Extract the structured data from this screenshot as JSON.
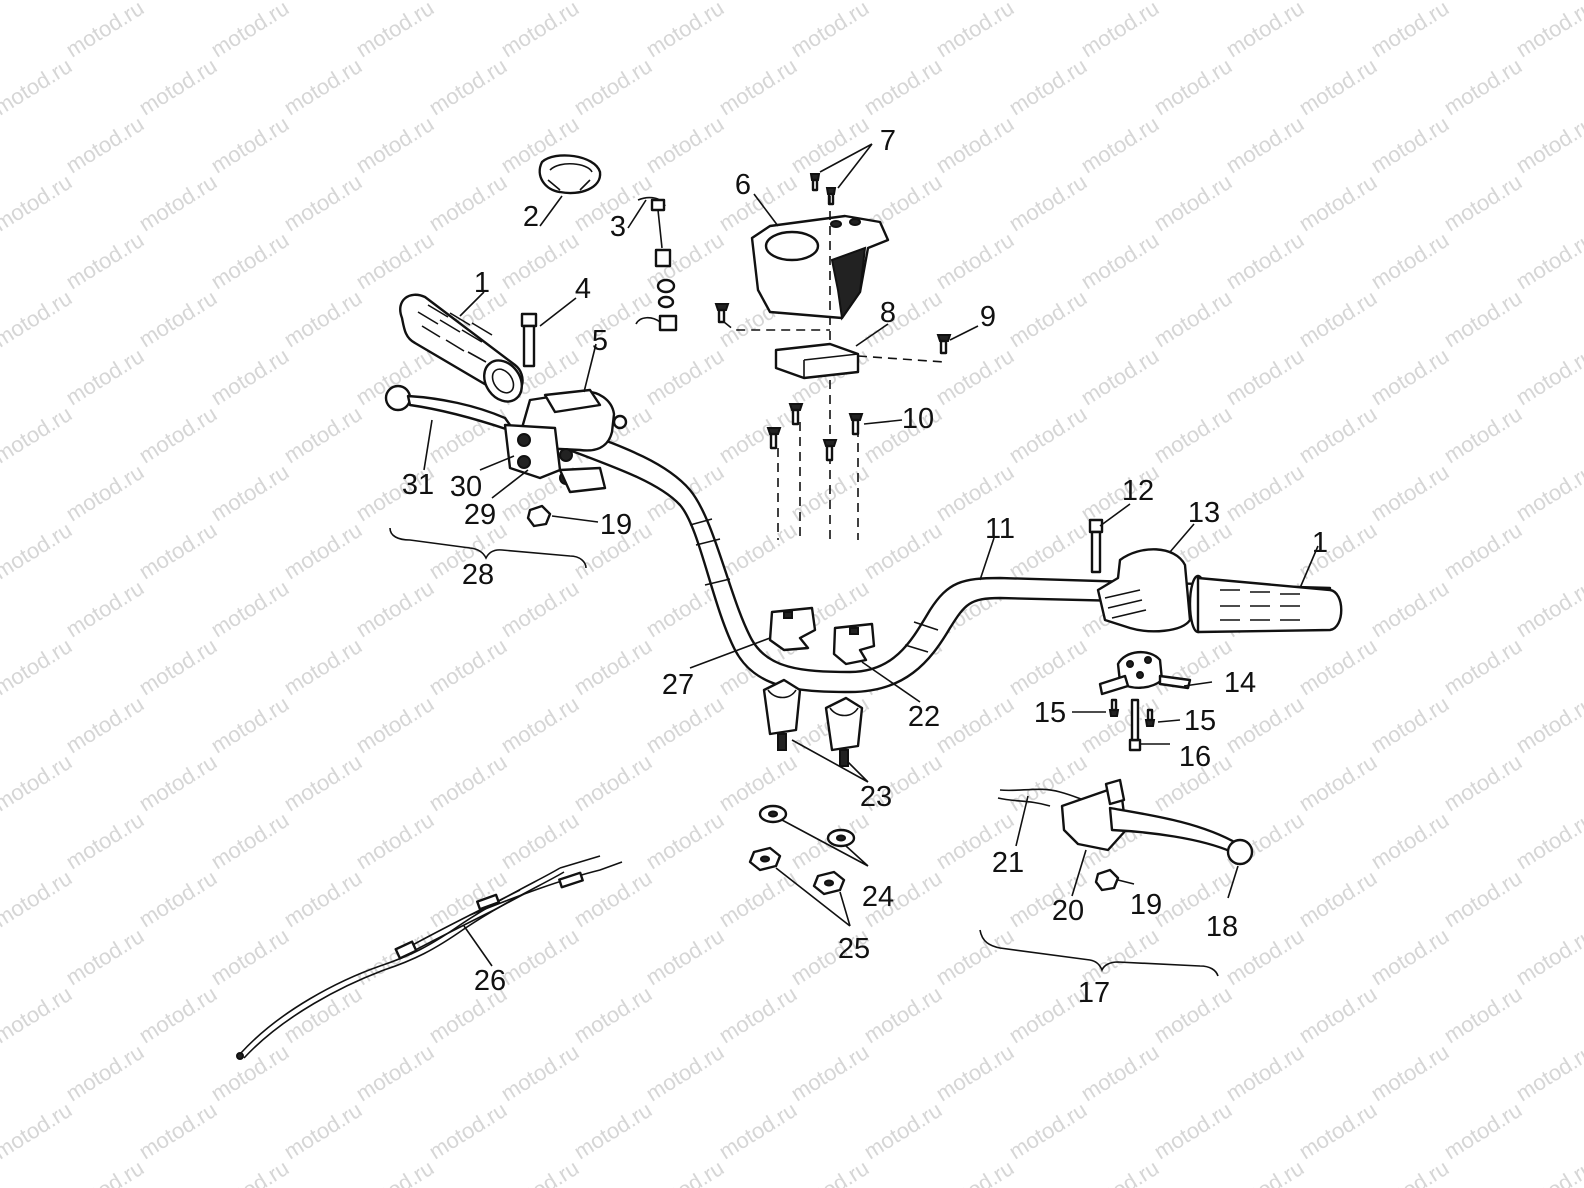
{
  "watermark": "motod.ru",
  "callouts": [
    {
      "id": "1-left",
      "text": "1"
    },
    {
      "id": "2",
      "text": "2"
    },
    {
      "id": "3",
      "text": "3"
    },
    {
      "id": "4",
      "text": "4"
    },
    {
      "id": "5",
      "text": "5"
    },
    {
      "id": "6",
      "text": "6"
    },
    {
      "id": "7",
      "text": "7"
    },
    {
      "id": "8",
      "text": "8"
    },
    {
      "id": "9",
      "text": "9"
    },
    {
      "id": "10",
      "text": "10"
    },
    {
      "id": "11",
      "text": "11"
    },
    {
      "id": "12",
      "text": "12"
    },
    {
      "id": "13",
      "text": "13"
    },
    {
      "id": "1-right",
      "text": "1"
    },
    {
      "id": "14",
      "text": "14"
    },
    {
      "id": "15-left",
      "text": "15"
    },
    {
      "id": "15-right",
      "text": "15"
    },
    {
      "id": "16",
      "text": "16"
    },
    {
      "id": "17",
      "text": "17"
    },
    {
      "id": "18",
      "text": "18"
    },
    {
      "id": "19-right",
      "text": "19"
    },
    {
      "id": "20",
      "text": "20"
    },
    {
      "id": "21",
      "text": "21"
    },
    {
      "id": "22",
      "text": "22"
    },
    {
      "id": "23",
      "text": "23"
    },
    {
      "id": "24",
      "text": "24"
    },
    {
      "id": "25",
      "text": "25"
    },
    {
      "id": "26",
      "text": "26"
    },
    {
      "id": "27",
      "text": "27"
    },
    {
      "id": "28",
      "text": "28"
    },
    {
      "id": "29",
      "text": "29"
    },
    {
      "id": "30",
      "text": "30"
    },
    {
      "id": "31",
      "text": "31"
    },
    {
      "id": "19-left",
      "text": "19"
    }
  ]
}
